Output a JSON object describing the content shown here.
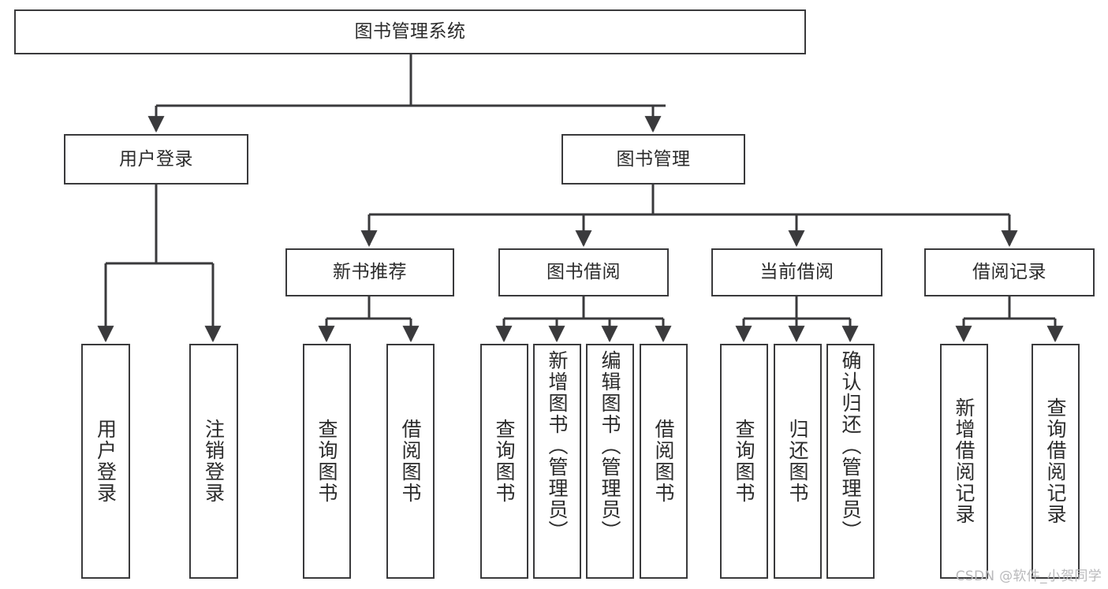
{
  "diagram": {
    "title": "图书管理系统",
    "type": "hierarchy-tree",
    "root": {
      "label": "图书管理系统"
    },
    "level2": [
      {
        "label": "用户登录"
      },
      {
        "label": "图书管理"
      }
    ],
    "level3": [
      {
        "label": "新书推荐"
      },
      {
        "label": "图书借阅"
      },
      {
        "label": "当前借阅"
      },
      {
        "label": "借阅记录"
      }
    ],
    "leaves": {
      "user_login": [
        {
          "label": "用户登录"
        },
        {
          "label": "注销登录"
        }
      ],
      "new_book_recommend": [
        {
          "label": "查询图书"
        },
        {
          "label": "借阅图书"
        }
      ],
      "book_borrow": [
        {
          "label": "查询图书"
        },
        {
          "label": "新增图书（管理员）"
        },
        {
          "label": "编辑图书（管理员）"
        },
        {
          "label": "借阅图书"
        }
      ],
      "current_borrow": [
        {
          "label": "查询图书"
        },
        {
          "label": "归还图书"
        },
        {
          "label": "确认归还（管理员）"
        }
      ],
      "borrow_record": [
        {
          "label": "新增借阅记录"
        },
        {
          "label": "查询借阅记录"
        }
      ]
    },
    "watermark": "CSDN @软件_小贺同学",
    "colors": {
      "stroke": "#3a3a3c",
      "text": "#2b2b2b",
      "background": "#ffffff",
      "watermark": "#b9b9bb"
    }
  }
}
